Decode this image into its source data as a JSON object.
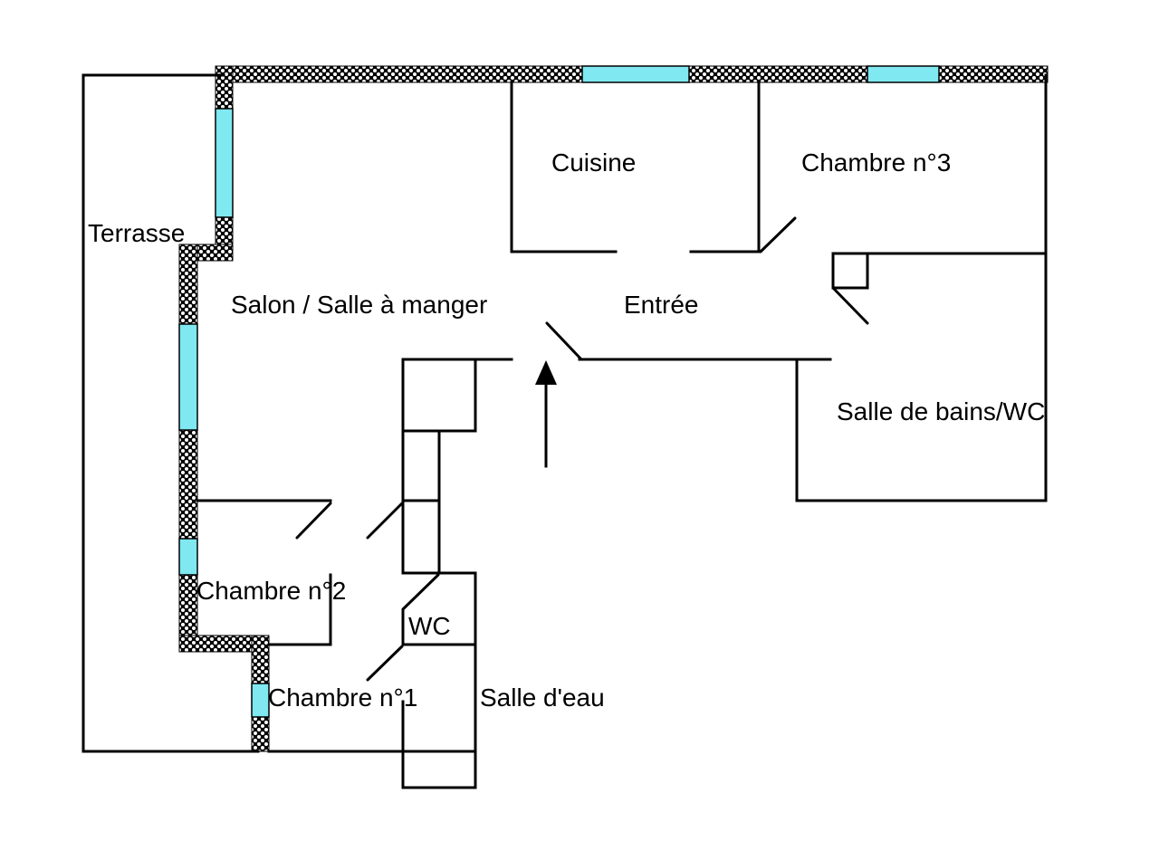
{
  "diagram": {
    "window_color": "#7fe8f0",
    "labels": {
      "terrasse": "Terrasse",
      "salon": "Salon / Salle à manger",
      "cuisine": "Cuisine",
      "chambre3": "Chambre n°3",
      "entree": "Entrée",
      "sdb": "Salle de bains/WC",
      "chambre2": "Chambre n°2",
      "wc": "WC",
      "chambre1": "Chambre n°1",
      "salle_eau": "Salle d'eau"
    }
  }
}
